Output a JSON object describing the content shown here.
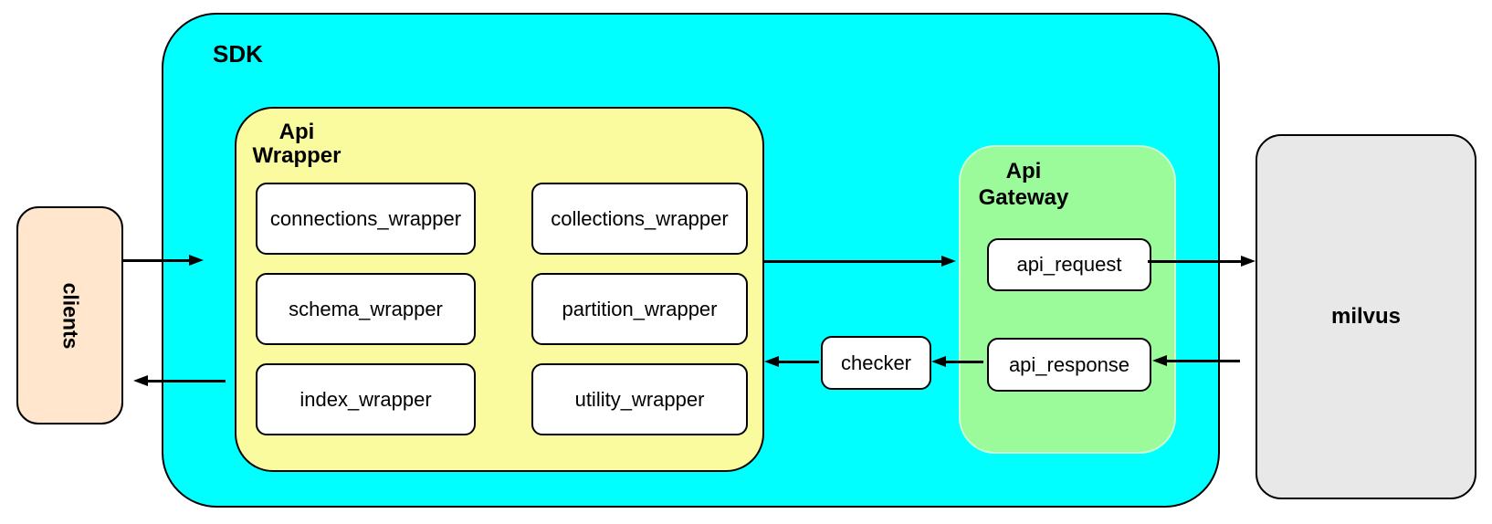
{
  "colors": {
    "canvas_bg": "#FFFFFF",
    "sdk_fill": "#00FFFF",
    "wrapper_fill": "#FAFA9E",
    "gateway_fill": "#9BFB9B",
    "clients_fill": "#FFE6CC",
    "milvus_fill": "#E8E8E8",
    "box_fill": "#FFFFFF",
    "stroke": "#000000"
  },
  "diagram": {
    "clients": {
      "label": "clients"
    },
    "sdk": {
      "label": "SDK",
      "api_wrapper": {
        "label_line1": "Api",
        "label_line2": "Wrapper",
        "modules": [
          {
            "label": "connections_wrapper"
          },
          {
            "label": "collections_wrapper"
          },
          {
            "label": "schema_wrapper"
          },
          {
            "label": "partition_wrapper"
          },
          {
            "label": "index_wrapper"
          },
          {
            "label": "utility_wrapper"
          }
        ]
      },
      "checker": {
        "label": "checker"
      },
      "api_gateway": {
        "label_line1": "Api",
        "label_line2": "Gateway",
        "api_request": {
          "label": "api_request"
        },
        "api_response": {
          "label": "api_response"
        }
      }
    },
    "milvus": {
      "label": "milvus"
    },
    "edges": [
      {
        "from": "clients",
        "to": "sdk",
        "direction": "right"
      },
      {
        "from": "api_wrapper",
        "to": "api_gateway",
        "direction": "right"
      },
      {
        "from": "api_request",
        "to": "milvus",
        "direction": "right"
      },
      {
        "from": "milvus",
        "to": "api_response",
        "direction": "left"
      },
      {
        "from": "api_response",
        "to": "checker",
        "direction": "left"
      },
      {
        "from": "checker",
        "to": "api_wrapper",
        "direction": "left"
      },
      {
        "from": "sdk",
        "to": "clients",
        "direction": "left"
      }
    ]
  }
}
